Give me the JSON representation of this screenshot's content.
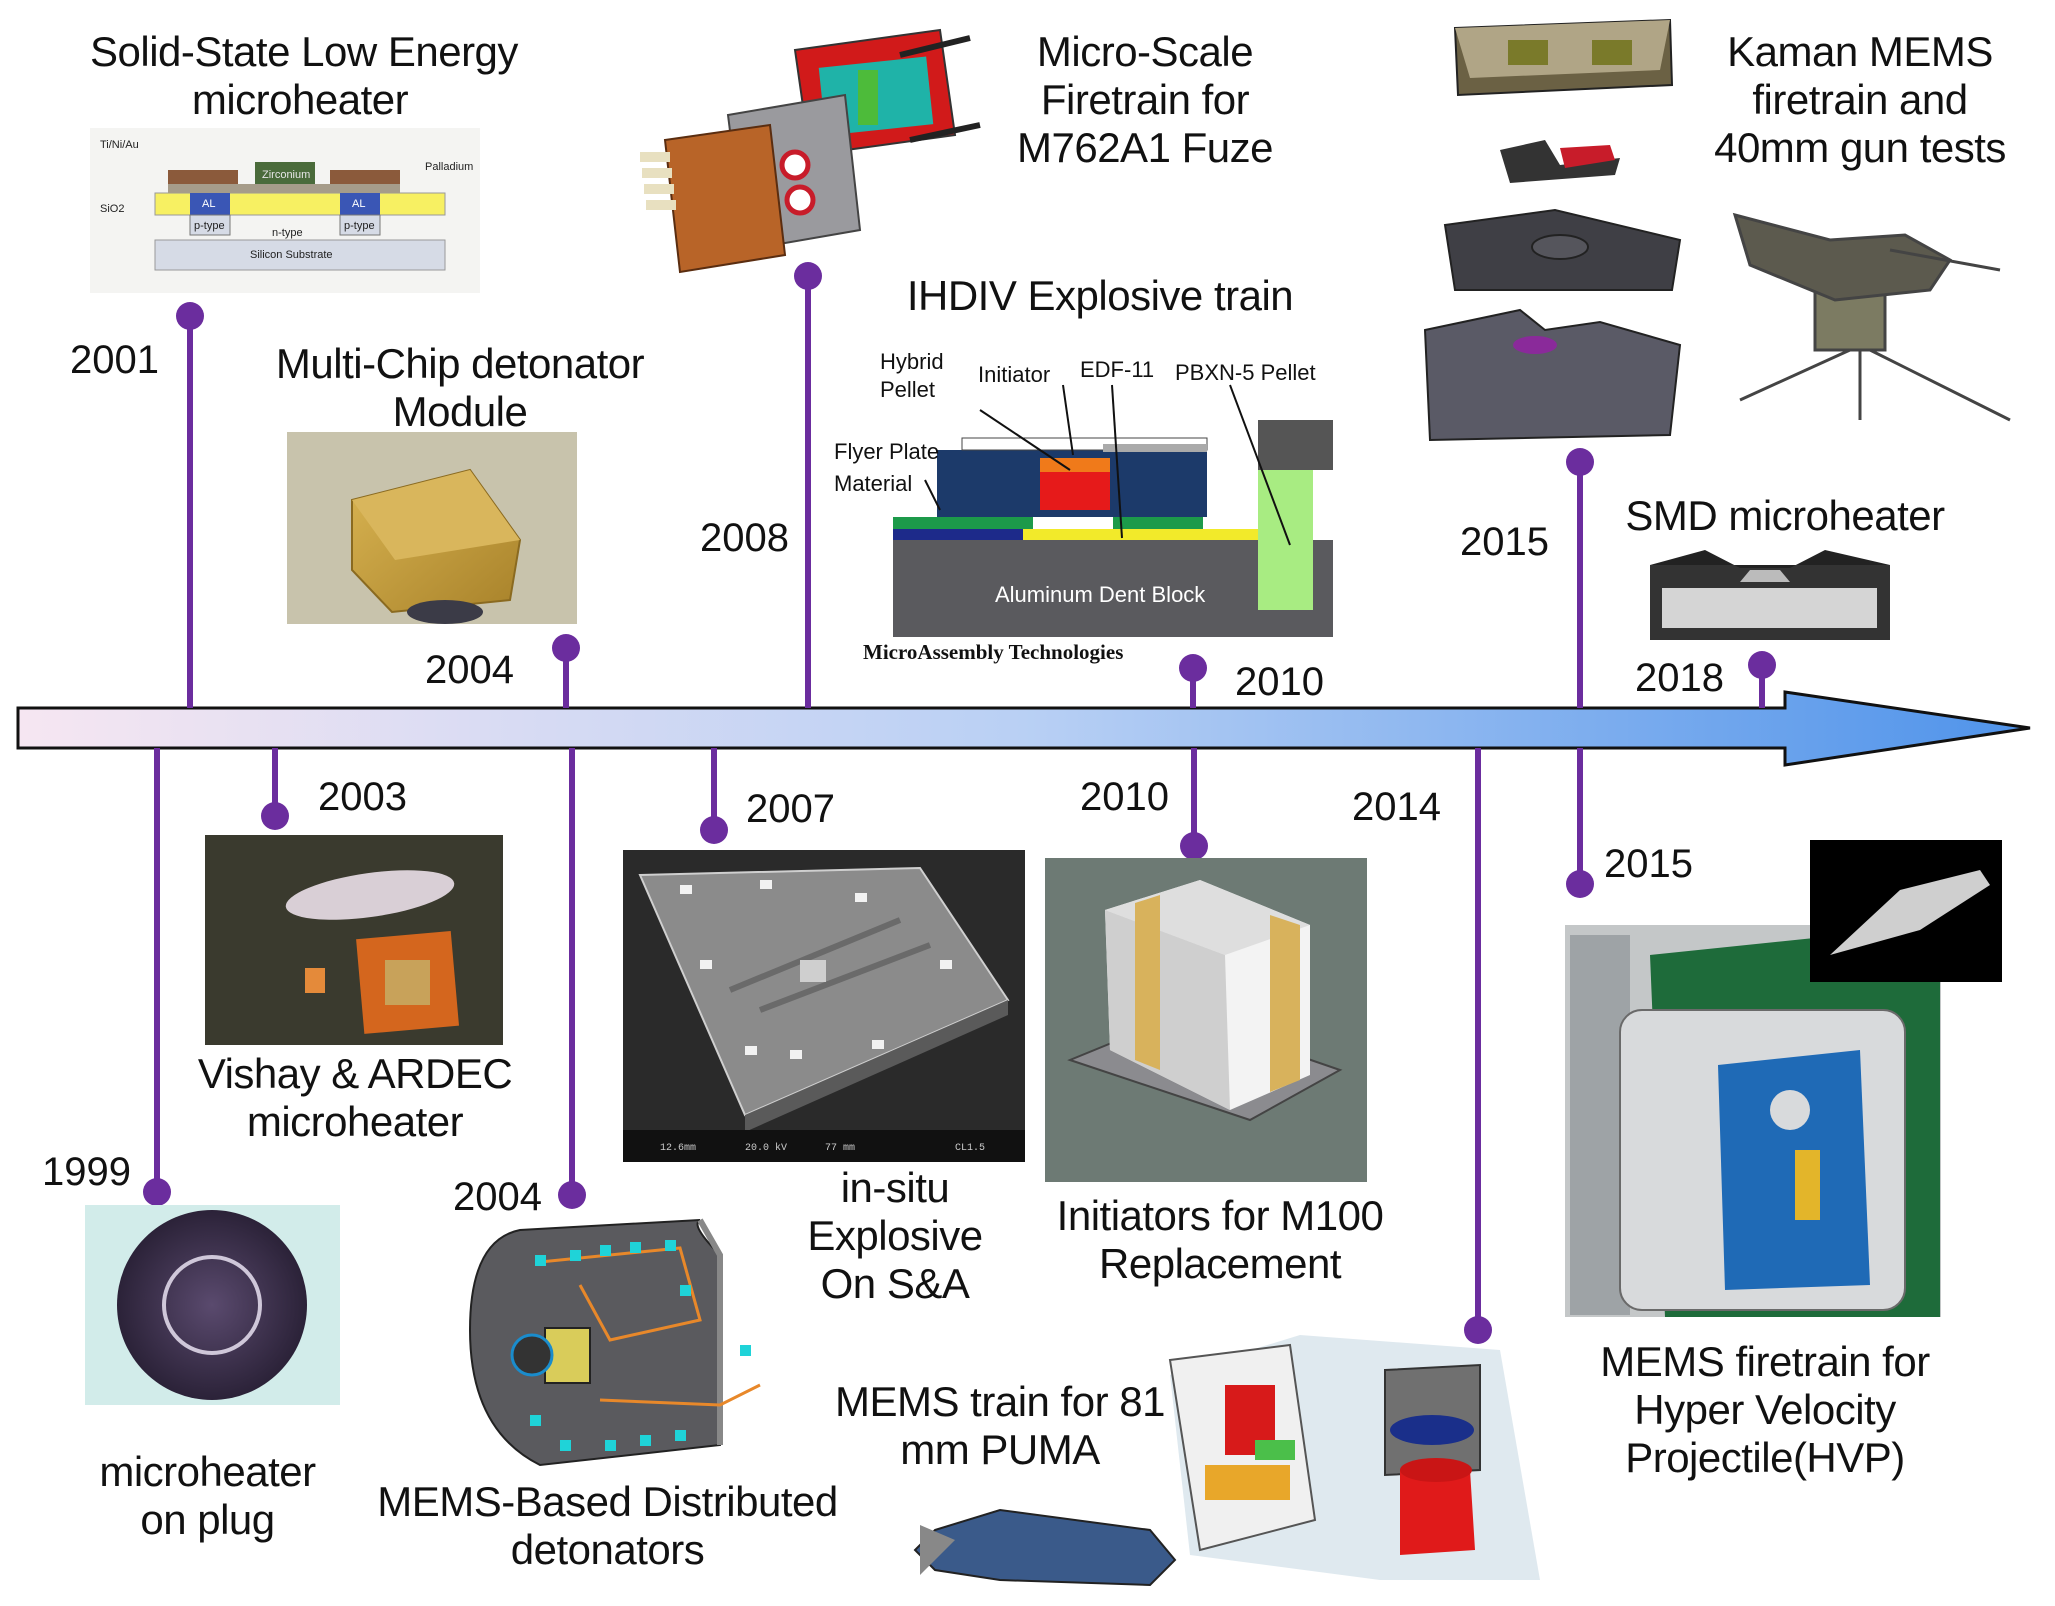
{
  "colors": {
    "stem": "#6b2d9e",
    "arrow_start": "#f6e6f2",
    "arrow_end": "#4f93ea",
    "arrow_outline": "#111111"
  },
  "milestones_top": [
    {
      "year": "2001",
      "title": "Solid-State Low Energy\nmicroheater"
    },
    {
      "year": "2004",
      "title": "Multi-Chip detonator\nModule"
    },
    {
      "year": "2008",
      "title": "Micro-Scale\nFiretrain  for\nM762A1 Fuze"
    },
    {
      "year": "2010",
      "title": "IHDIV Explosive train"
    },
    {
      "year": "2015",
      "title": "Kaman MEMS\nfiretrain and\n40mm gun tests"
    },
    {
      "year": "2018",
      "title": "SMD microheater"
    }
  ],
  "milestones_bottom": [
    {
      "year": "1999",
      "title": "microheater\non plug"
    },
    {
      "year": "2003",
      "title": "Vishay & ARDEC\nmicroheater"
    },
    {
      "year": "2004",
      "title": "MEMS-Based Distributed\ndetonators"
    },
    {
      "year": "2007",
      "title": "in-situ\nExplosive\nOn S&A"
    },
    {
      "year": "2010",
      "title": "Initiators for M100\nReplacement"
    },
    {
      "year": "2014",
      "title": "MEMS train for 81\nmm PUMA"
    },
    {
      "year": "2015",
      "title": "MEMS firetrain for\nHyper Velocity\nProjectile(HVP)"
    }
  ],
  "microheater_diagram": {
    "layers": [
      "Ti/Ni/Au",
      "Palladium",
      "SiO2",
      "Zirconium",
      "AL",
      "AL",
      "p-type",
      "n-type",
      "p-type",
      "Silicon Substrate"
    ]
  },
  "ihdiv_diagram": {
    "labels": [
      "Hybrid\nPellet",
      "Initiator",
      "EDF-11",
      "PBXN-5 Pellet",
      "Flyer Plate\nMaterial",
      "Aluminum Dent Block"
    ],
    "credit": "MicroAssembly Technologies"
  },
  "sem_caption": [
    "12.6mm",
    "20.0 kV",
    "77 mm",
    "CL1.5"
  ]
}
